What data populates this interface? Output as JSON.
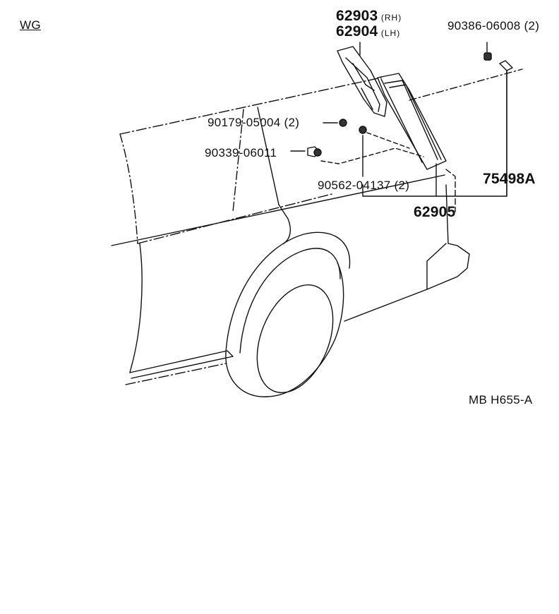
{
  "header": {
    "variant_code": "WG"
  },
  "parts": {
    "p62903": {
      "number": "62903",
      "suffix": "(RH)"
    },
    "p62904": {
      "number": "62904",
      "suffix": "(LH)"
    },
    "p90386": {
      "label": "90386-06008 (2)"
    },
    "p90179": {
      "label": "90179-05004 (2)"
    },
    "p90339": {
      "label": "90339-06011"
    },
    "p90562": {
      "label": "90562-04137 (2)"
    },
    "p62905": {
      "label": "62905"
    },
    "p75498": {
      "label": "75498A"
    }
  },
  "footer": {
    "diagram_code": "MB  H655-A"
  }
}
